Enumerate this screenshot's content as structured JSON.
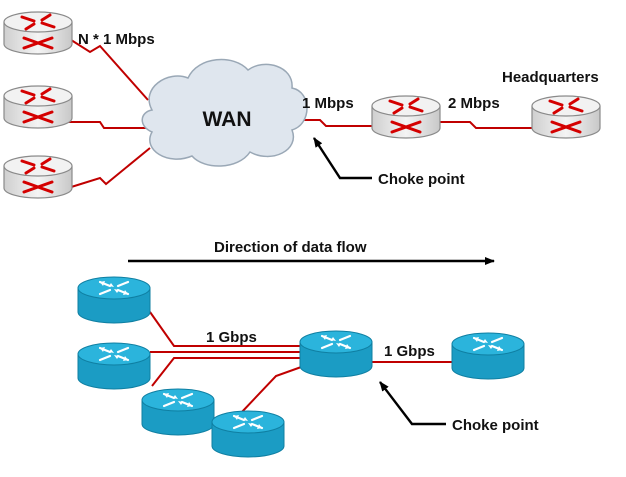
{
  "top": {
    "cloud_label": "WAN",
    "branch_speed": "N * 1 Mbps",
    "wan_link_speed": "1 Mbps",
    "hq_link_speed": "2 Mbps",
    "hq_label": "Headquarters",
    "choke_label": "Choke point"
  },
  "bottom": {
    "flow_label": "Direction of data flow",
    "left_speed": "1 Gbps",
    "right_speed": "1 Gbps",
    "choke_label": "Choke point"
  },
  "colors": {
    "link": "#c00000",
    "legacy_router_body": "#e6e6e6",
    "legacy_router_arrows": "#d40000",
    "cisco_router": "#1ba1c8",
    "arrow": "#000000"
  },
  "icons": {
    "legacy_router": "router-icon-gray",
    "cisco_router": "router-icon-blue"
  }
}
